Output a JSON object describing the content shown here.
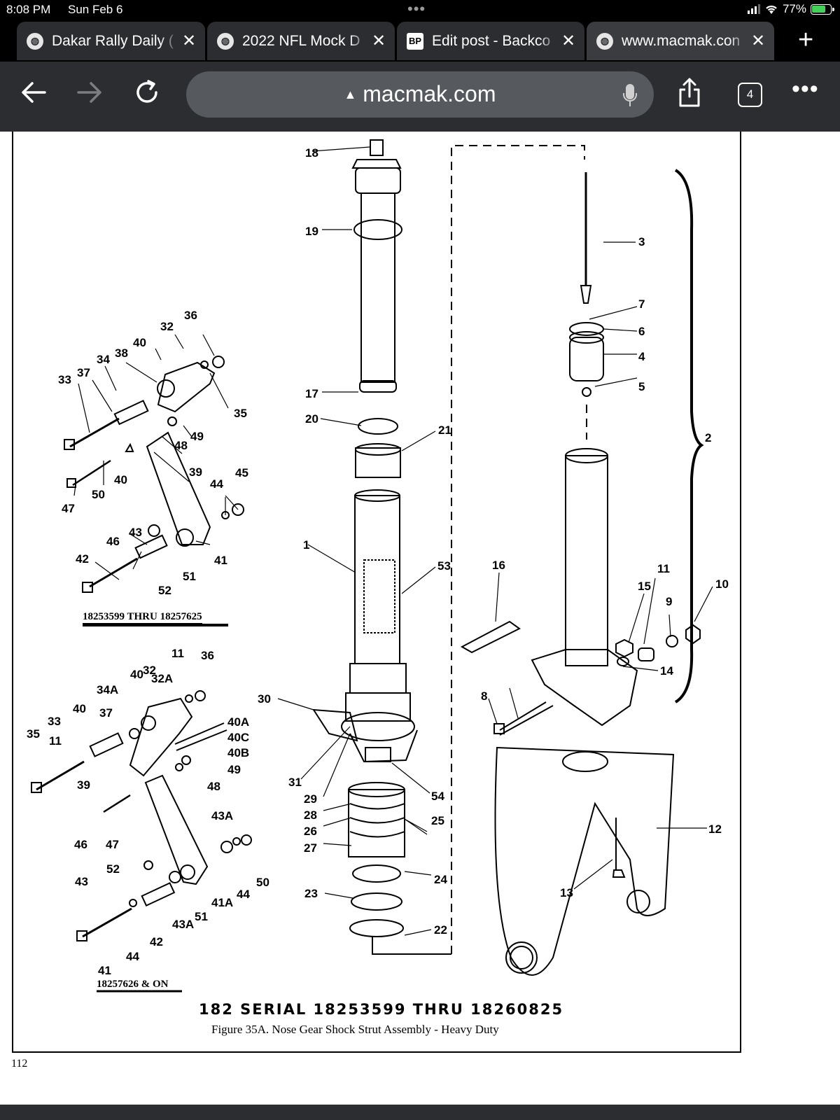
{
  "status_bar": {
    "time": "8:08 PM",
    "date": "Sun Feb 6",
    "battery_percent": "77%",
    "battery_level": 0.77
  },
  "tabs": [
    {
      "title": "Dakar Rally Daily (",
      "favicon": "globe-icon",
      "active": false
    },
    {
      "title": "2022 NFL Mock D",
      "favicon": "globe-icon",
      "active": false
    },
    {
      "title": "Edit post - Backco",
      "favicon": "BP",
      "active": false
    },
    {
      "title": "www.macmak.con",
      "favicon": "globe-icon",
      "active": true
    }
  ],
  "toolbar": {
    "url": "macmak.com",
    "tab_count": "4"
  },
  "document": {
    "serial_heading": "182 SERIAL 18253599 THRU 18260825",
    "caption": "Figure 35A. Nose Gear Shock Strut Assembly - Heavy Duty",
    "note_upper": "18253599 THRU 18257625",
    "note_lower": "18257626 & ON",
    "page_number": "112",
    "callouts": [
      "18",
      "19",
      "17",
      "20",
      "21",
      "1",
      "53",
      "30",
      "31",
      "29",
      "28",
      "26",
      "27",
      "54",
      "25",
      "24",
      "23",
      "22",
      "3",
      "7",
      "6",
      "4",
      "5",
      "2",
      "16",
      "15",
      "11",
      "9",
      "10",
      "14",
      "8",
      "12",
      "13",
      "36",
      "32",
      "40",
      "38",
      "34",
      "37",
      "33",
      "35",
      "49",
      "48",
      "39",
      "45",
      "44",
      "50",
      "47",
      "46",
      "43",
      "42",
      "41",
      "51",
      "52",
      "40A",
      "40C",
      "40B",
      "34A",
      "32A",
      "43A",
      "41A"
    ]
  }
}
